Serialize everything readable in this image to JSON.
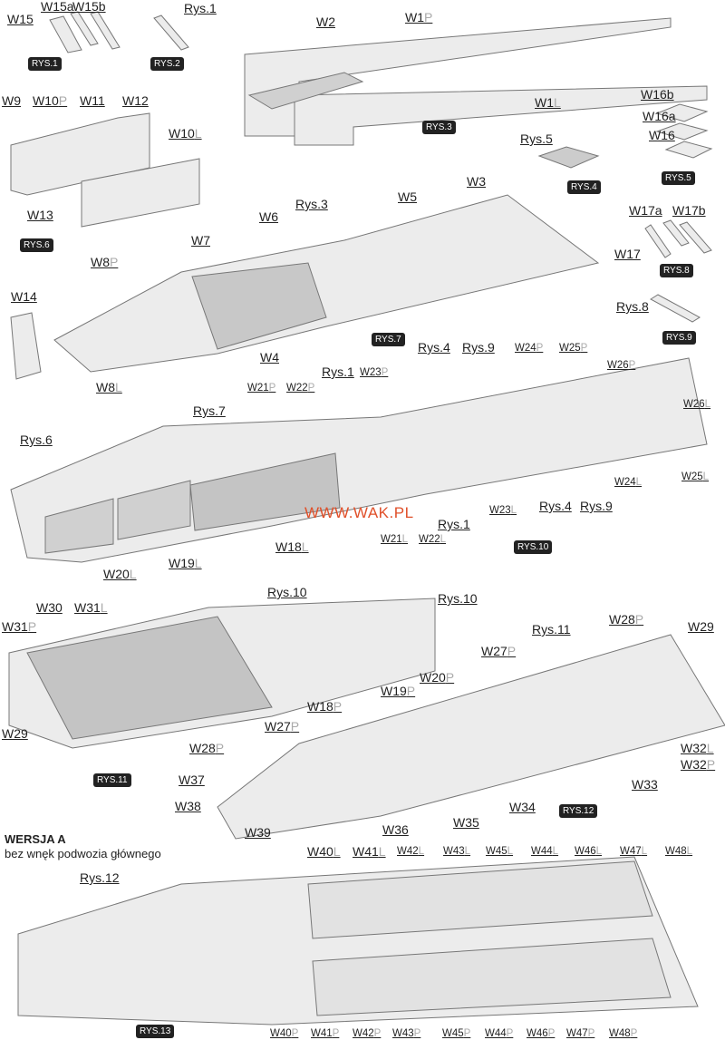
{
  "labels": [
    {
      "text": "W15",
      "side": ""
    },
    {
      "text": "W15a",
      "side": ""
    },
    {
      "text": "W15b",
      "side": ""
    },
    {
      "text": "Rys.1",
      "side": ""
    },
    {
      "text": "W1",
      "side": "P"
    },
    {
      "text": "W2",
      "side": ""
    },
    {
      "text": "W1",
      "side": "L"
    },
    {
      "text": "W16b",
      "side": ""
    },
    {
      "text": "W16a",
      "side": ""
    },
    {
      "text": "W16",
      "side": ""
    },
    {
      "text": "Rys.5",
      "side": ""
    },
    {
      "text": "W9",
      "side": ""
    },
    {
      "text": "W10",
      "side": "P"
    },
    {
      "text": "W11",
      "side": ""
    },
    {
      "text": "W12",
      "side": ""
    },
    {
      "text": "W10",
      "side": "L"
    },
    {
      "text": "W13",
      "side": ""
    },
    {
      "text": "W3",
      "side": ""
    },
    {
      "text": "W5",
      "side": ""
    },
    {
      "text": "Rys.3",
      "side": ""
    },
    {
      "text": "W6",
      "side": ""
    },
    {
      "text": "W17a",
      "side": ""
    },
    {
      "text": "W17b",
      "side": ""
    },
    {
      "text": "W17",
      "side": ""
    },
    {
      "text": "W7",
      "side": ""
    },
    {
      "text": "W8",
      "side": "P"
    },
    {
      "text": "W14",
      "side": ""
    },
    {
      "text": "Rys.8",
      "side": ""
    },
    {
      "text": "W4",
      "side": ""
    },
    {
      "text": "W8",
      "side": "L"
    },
    {
      "text": "Rys.4",
      "side": ""
    },
    {
      "text": "Rys.9",
      "side": ""
    },
    {
      "text": "W24",
      "side": "P"
    },
    {
      "text": "W25",
      "side": "P"
    },
    {
      "text": "Rys.1",
      "side": ""
    },
    {
      "text": "W23",
      "side": "P"
    },
    {
      "text": "W26",
      "side": "P"
    },
    {
      "text": "W21",
      "side": "P"
    },
    {
      "text": "W22",
      "side": "P"
    },
    {
      "text": "W26",
      "side": "L"
    },
    {
      "text": "Rys.7",
      "side": ""
    },
    {
      "text": "Rys.6",
      "side": ""
    },
    {
      "text": "W24",
      "side": "L"
    },
    {
      "text": "W25",
      "side": "L"
    },
    {
      "text": "W23",
      "side": "L"
    },
    {
      "text": "Rys.4",
      "side": ""
    },
    {
      "text": "Rys.9",
      "side": ""
    },
    {
      "text": "Rys.1",
      "side": ""
    },
    {
      "text": "W21",
      "side": "L"
    },
    {
      "text": "W22",
      "side": "L"
    },
    {
      "text": "W18",
      "side": "L"
    },
    {
      "text": "W19",
      "side": "L"
    },
    {
      "text": "W20",
      "side": "L"
    },
    {
      "text": "Rys.10",
      "side": ""
    },
    {
      "text": "Rys.10",
      "side": ""
    },
    {
      "text": "W30",
      "side": ""
    },
    {
      "text": "W31",
      "side": "L"
    },
    {
      "text": "W31",
      "side": "P"
    },
    {
      "text": "Rys.11",
      "side": ""
    },
    {
      "text": "W28",
      "side": "P"
    },
    {
      "text": "W29",
      "side": ""
    },
    {
      "text": "W27",
      "side": "P"
    },
    {
      "text": "W20",
      "side": "P"
    },
    {
      "text": "W19",
      "side": "P"
    },
    {
      "text": "W18",
      "side": "P"
    },
    {
      "text": "W27",
      "side": "P"
    },
    {
      "text": "W29",
      "side": ""
    },
    {
      "text": "W28",
      "side": "P"
    },
    {
      "text": "W32",
      "side": "L"
    },
    {
      "text": "W32",
      "side": "P"
    },
    {
      "text": "W33",
      "side": ""
    },
    {
      "text": "W34",
      "side": ""
    },
    {
      "text": "W37",
      "side": ""
    },
    {
      "text": "W38",
      "side": ""
    },
    {
      "text": "W35",
      "side": ""
    },
    {
      "text": "W36",
      "side": ""
    },
    {
      "text": "W39",
      "side": ""
    },
    {
      "text": "Rys.12",
      "side": ""
    },
    {
      "text": "W40",
      "side": "L"
    },
    {
      "text": "W41",
      "side": "L"
    },
    {
      "text": "W42",
      "side": "L"
    },
    {
      "text": "W43",
      "side": "L"
    },
    {
      "text": "W45",
      "side": "L"
    },
    {
      "text": "W44",
      "side": "L"
    },
    {
      "text": "W46",
      "side": "L"
    },
    {
      "text": "W47",
      "side": "L"
    },
    {
      "text": "W48",
      "side": "L"
    },
    {
      "text": "W40",
      "side": "P"
    },
    {
      "text": "W41",
      "side": "P"
    },
    {
      "text": "W42",
      "side": "P"
    },
    {
      "text": "W43",
      "side": "P"
    },
    {
      "text": "W45",
      "side": "P"
    },
    {
      "text": "W44",
      "side": "P"
    },
    {
      "text": "W46",
      "side": "P"
    },
    {
      "text": "W47",
      "side": "P"
    },
    {
      "text": "W48",
      "side": "P"
    }
  ],
  "badges": [
    "RYS.1",
    "RYS.2",
    "RYS.3",
    "RYS.5",
    "RYS.4",
    "RYS.6",
    "RYS.8",
    "RYS.7",
    "RYS.9",
    "RYS.10",
    "RYS.11",
    "RYS.12",
    "RYS.13"
  ],
  "watermark": "WWW.WAK.PL",
  "version_title": "WERSJA A",
  "version_subtitle": "bez wnęk podwozia głównego",
  "colors": {
    "part": "#ececec",
    "shade": "#c8c8c8",
    "edge": "#666666",
    "watermark": "#e0502a",
    "badge": "#222222"
  }
}
